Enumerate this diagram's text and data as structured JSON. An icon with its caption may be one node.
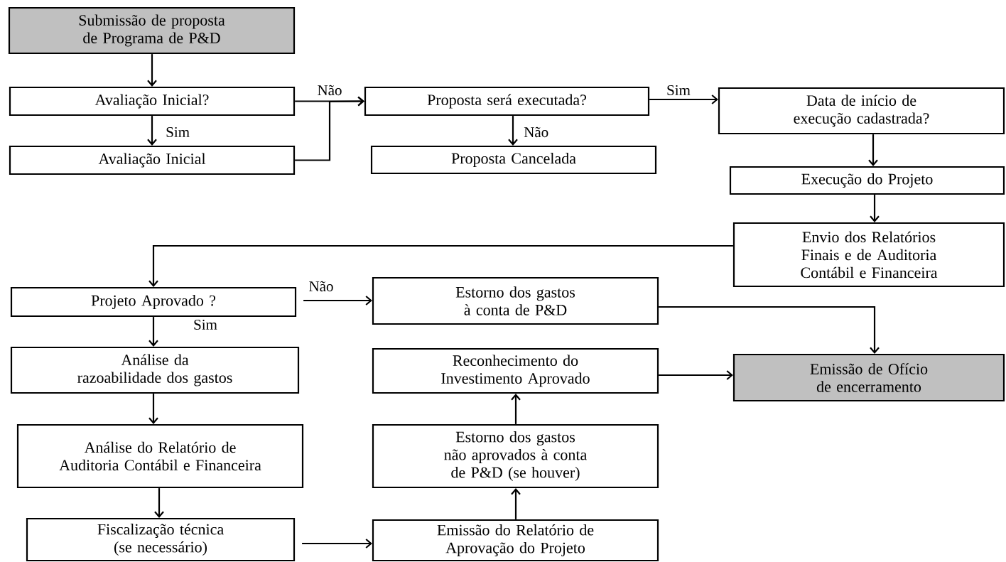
{
  "diagram": {
    "nodes": [
      {
        "text": [
          "Submissão de proposta de Programa de P&D"
        ]
      },
      {
        "text": [
          "Avaliação Inicial?"
        ]
      },
      {
        "text": [
          "Avaliação Inicial"
        ]
      },
      {
        "text": [
          "Proposta será executada?"
        ]
      },
      {
        "text": [
          "Proposta Cancelada"
        ]
      },
      {
        "text": [
          "Data de início de execução cadastrada?"
        ]
      },
      {
        "text": [
          "Execução do Projeto"
        ]
      },
      {
        "text": [
          "Envio dos Relatórios Finais e de Auditoria Contábil e Financeira"
        ]
      },
      {
        "text": [
          "Projeto Aprovado ?"
        ]
      },
      {
        "text": [
          "Estorno dos gastos à conta de P&D"
        ]
      },
      {
        "text": [
          "Análise da razoabilidade dos gastos"
        ]
      },
      {
        "text": [
          "Reconhecimento do Investimento Aprovado"
        ]
      },
      {
        "text": [
          "Emissão de Ofício de encerramento"
        ]
      },
      {
        "text": [
          "Análise do Relatório de Auditoria Contábil e Financeira"
        ]
      },
      {
        "text": [
          "Estorno dos gastos não aprovados à conta de P&D (se houver)"
        ]
      },
      {
        "text": [
          "Fiscalização técnica (se necessário)"
        ]
      },
      {
        "text": [
          "Emissão do Relatório de Aprovação do Projeto"
        ]
      }
    ],
    "edges": [
      {
        "from": 0,
        "to": 1,
        "arrow": "to"
      },
      {
        "from": 1,
        "to": 2,
        "arrow": "to",
        "label": "Sim"
      },
      {
        "from": 1,
        "to": 3,
        "arrow": "to",
        "label": "Não"
      },
      {
        "from": 2,
        "to": 3,
        "arrow": "to"
      },
      {
        "from": 3,
        "to": 4,
        "arrow": "to",
        "label": "Não"
      },
      {
        "from": 3,
        "to": 5,
        "arrow": "to",
        "label": "Sim"
      },
      {
        "from": 5,
        "to": 6,
        "arrow": "to"
      },
      {
        "from": 6,
        "to": 7,
        "arrow": "to"
      },
      {
        "from": 7,
        "to": 8,
        "arrow": "to"
      },
      {
        "from": 8,
        "to": 9,
        "arrow": "to",
        "label": "Não"
      },
      {
        "from": 8,
        "to": 10,
        "arrow": "to",
        "label": "Sim"
      },
      {
        "from": 9,
        "to": 12,
        "arrow": "to"
      },
      {
        "from": 10,
        "to": 13,
        "arrow": "to"
      },
      {
        "from": 13,
        "to": 15,
        "arrow": "to"
      },
      {
        "from": 15,
        "to": 16,
        "arrow": "to"
      },
      {
        "from": 16,
        "to": 14,
        "arrow": "to"
      },
      {
        "from": 14,
        "to": 11,
        "arrow": "to"
      },
      {
        "from": 11,
        "to": 12,
        "arrow": "to"
      }
    ]
  }
}
